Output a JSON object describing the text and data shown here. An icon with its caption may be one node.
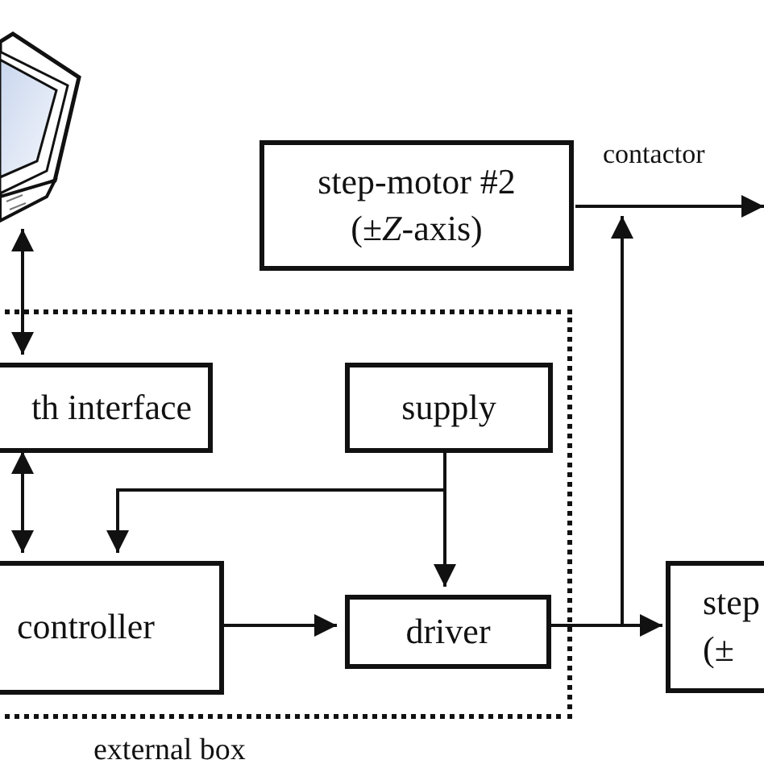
{
  "diagram": {
    "nodes": [
      {
        "text": [],
        "shape": "picture"
      },
      {
        "text": [
          "external box"
        ]
      },
      {
        "text": [
          "th interface"
        ],
        "in": 1
      },
      {
        "text": [
          "supply"
        ],
        "in": 1
      },
      {
        "text": [
          "controller"
        ],
        "in": 1
      },
      {
        "text": [
          "driver"
        ],
        "in": 1
      },
      {
        "text": [
          "step-motor #2",
          "(±*Z*-axis)"
        ]
      },
      {
        "text": [
          "step",
          "(±"
        ]
      }
    ],
    "edges": [
      {
        "from": 0,
        "to": 2,
        "arrow": "both"
      },
      {
        "from": 2,
        "to": 4,
        "arrow": "both"
      },
      {
        "from": 3,
        "to": 5,
        "arrow": "to"
      },
      {
        "from": 3,
        "to": 4,
        "arrow": "to"
      },
      {
        "from": 4,
        "to": 5,
        "arrow": "to"
      },
      {
        "from": 5,
        "to": 7,
        "arrow": "to"
      },
      {
        "from": 5,
        "to": null,
        "arrow": "to"
      },
      {
        "from": 6,
        "to": null,
        "arrow": "to",
        "label": "contactor"
      }
    ]
  }
}
